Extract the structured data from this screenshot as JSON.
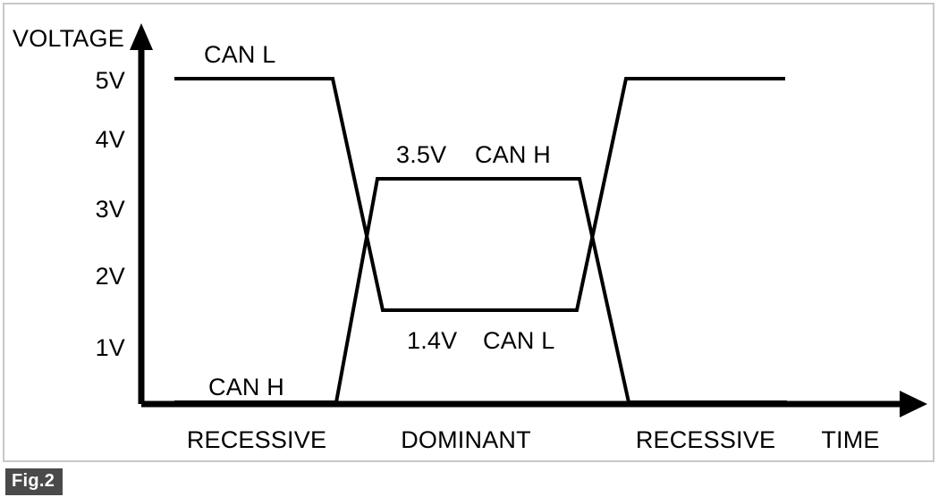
{
  "figure": {
    "caption": "Fig.2",
    "axis_title_y": "VOLTAGE",
    "axis_title_x": "TIME"
  },
  "chart_data": {
    "type": "line",
    "title": "",
    "xlabel": "TIME",
    "ylabel": "VOLTAGE",
    "grid": false,
    "legend": "inline-annotations",
    "ylim": [
      0,
      5.5
    ],
    "xlim": [
      0,
      10
    ],
    "ytick_labels": [
      "1V",
      "2V",
      "3V",
      "4V",
      "5V"
    ],
    "ytick_values": [
      1,
      2,
      3,
      4,
      5
    ],
    "xtick_labels": [
      "RECESSIVE",
      "DOMINANT",
      "RECESSIVE"
    ],
    "regions": [
      {
        "name": "RECESSIVE",
        "index": 0,
        "can_h": 0,
        "can_l": 5
      },
      {
        "name": "DOMINANT",
        "index": 1,
        "can_h": 3.5,
        "can_l": 1.4
      },
      {
        "name": "RECESSIVE",
        "index": 2,
        "can_h": 0,
        "can_l": 5
      }
    ],
    "series": [
      {
        "name": "CAN H",
        "values": [
          0,
          0,
          3.5,
          3.5,
          0,
          0
        ],
        "x": [
          0.35,
          2.1,
          2.65,
          5.0,
          5.55,
          7.0
        ]
      },
      {
        "name": "CAN L",
        "values": [
          5,
          5,
          1.4,
          1.4,
          5,
          5
        ],
        "x": [
          0.35,
          2.05,
          2.7,
          4.95,
          5.5,
          7.5
        ]
      }
    ],
    "annotations": [
      {
        "text": "CAN L",
        "series": "CAN L",
        "region": "recessive-left",
        "value": 5
      },
      {
        "text": "CAN H",
        "series": "CAN H",
        "region": "recessive-left",
        "value": 0
      },
      {
        "text": "3.5V",
        "series": "CAN H",
        "region": "dominant",
        "value": 3.5
      },
      {
        "text": "CAN H",
        "series": "CAN H",
        "region": "dominant",
        "value": 3.5
      },
      {
        "text": "1.4V",
        "series": "CAN L",
        "region": "dominant",
        "value": 1.4
      },
      {
        "text": "CAN L",
        "series": "CAN L",
        "region": "dominant",
        "value": 1.4
      }
    ]
  },
  "labels": {
    "voltage": "VOLTAGE",
    "time": "TIME",
    "tick_5v": "5V",
    "tick_4v": "4V",
    "tick_3v": "3V",
    "tick_2v": "2V",
    "tick_1v": "1V",
    "can_l_top": "CAN L",
    "can_h_bottom": "CAN H",
    "val_35": "3.5V",
    "can_h_dom": "CAN H",
    "val_14": "1.4V",
    "can_l_dom": "CAN L",
    "region_recessive_1": "RECESSIVE",
    "region_dominant": "DOMINANT",
    "region_recessive_2": "RECESSIVE",
    "fig_caption": "Fig.2"
  },
  "colors": {
    "ink": "#000000",
    "frame": "#c8c8c8",
    "badge_bg": "#4a4a4a",
    "badge_text": "#ffffff",
    "background": "#ffffff"
  }
}
